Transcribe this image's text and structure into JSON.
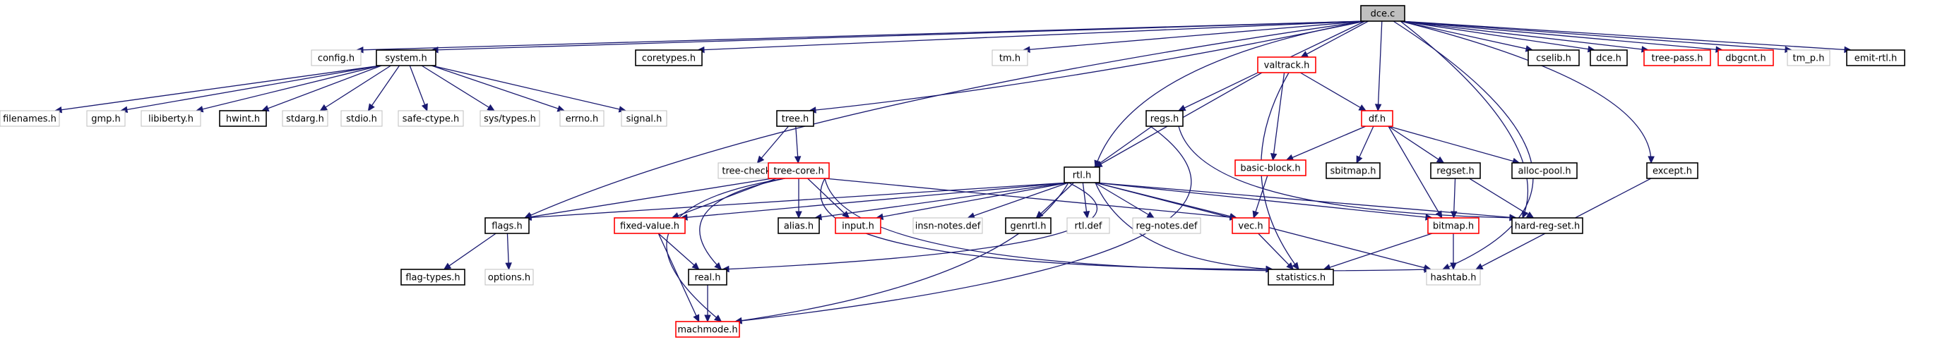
{
  "colors": {
    "edge": "#191970",
    "root_fill": "#bfbfbf",
    "normal_border": "#000000",
    "system_border": "#bfbfbf",
    "truncated_border": "#ff0000"
  },
  "nodes": {
    "dce_c": {
      "label": "dce.c"
    },
    "config_h": {
      "label": "config.h"
    },
    "system_h": {
      "label": "system.h"
    },
    "coretypes_h": {
      "label": "coretypes.h"
    },
    "tm_h": {
      "label": "tm.h"
    },
    "valtrack_h": {
      "label": "valtrack.h"
    },
    "cselib_h": {
      "label": "cselib.h"
    },
    "dce_h": {
      "label": "dce.h"
    },
    "tree_pass_h": {
      "label": "tree-pass.h"
    },
    "dbgcnt_h": {
      "label": "dbgcnt.h"
    },
    "tm_p_h": {
      "label": "tm_p.h"
    },
    "emit_rtl_h": {
      "label": "emit-rtl.h"
    },
    "filenames_h": {
      "label": "filenames.h"
    },
    "gmp_h": {
      "label": "gmp.h"
    },
    "libiberty_h": {
      "label": "libiberty.h"
    },
    "hwint_h": {
      "label": "hwint.h"
    },
    "stdarg_h": {
      "label": "stdarg.h"
    },
    "stdio_h": {
      "label": "stdio.h"
    },
    "safe_ctype_h": {
      "label": "safe-ctype.h"
    },
    "sys_types_h": {
      "label": "sys/types.h"
    },
    "errno_h": {
      "label": "errno.h"
    },
    "signal_h": {
      "label": "signal.h"
    },
    "tree_h": {
      "label": "tree.h"
    },
    "regs_h": {
      "label": "regs.h"
    },
    "df_h": {
      "label": "df.h"
    },
    "tree_check_h": {
      "label": "tree-check.h"
    },
    "tree_core_h": {
      "label": "tree-core.h"
    },
    "rtl_h": {
      "label": "rtl.h"
    },
    "basic_block_h": {
      "label": "basic-block.h"
    },
    "sbitmap_h": {
      "label": "sbitmap.h"
    },
    "regset_h": {
      "label": "regset.h"
    },
    "alloc_pool_h": {
      "label": "alloc-pool.h"
    },
    "except_h": {
      "label": "except.h"
    },
    "flags_h": {
      "label": "flags.h"
    },
    "fixed_value_h": {
      "label": "fixed-value.h"
    },
    "alias_h": {
      "label": "alias.h"
    },
    "input_h": {
      "label": "input.h"
    },
    "insn_notes_def": {
      "label": "insn-notes.def"
    },
    "genrtl_h": {
      "label": "genrtl.h"
    },
    "rtl_def": {
      "label": "rtl.def"
    },
    "reg_notes_def": {
      "label": "reg-notes.def"
    },
    "vec_h": {
      "label": "vec.h"
    },
    "bitmap_h": {
      "label": "bitmap.h"
    },
    "hard_reg_set_h": {
      "label": "hard-reg-set.h"
    },
    "flag_types_h": {
      "label": "flag-types.h"
    },
    "options_h": {
      "label": "options.h"
    },
    "real_h": {
      "label": "real.h"
    },
    "statistics_h": {
      "label": "statistics.h"
    },
    "hashtab_h": {
      "label": "hashtab.h"
    },
    "machmode_h": {
      "label": "machmode.h"
    }
  }
}
